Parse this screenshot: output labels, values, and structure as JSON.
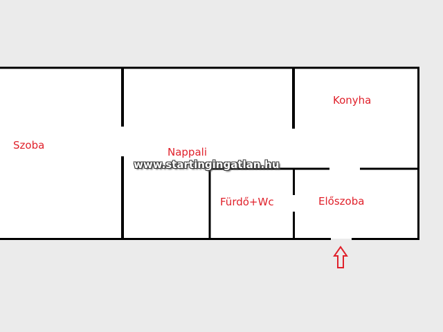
{
  "rooms": {
    "szoba": "Szoba",
    "nappali": "Nappali",
    "konyha": "Konyha",
    "furdo_wc": "Fürdő+Wc",
    "eloszoba": "Előszoba"
  },
  "watermark": "www.startingingatlan.hu",
  "colors": {
    "wall": "#000000",
    "floor": "#ffffff",
    "background": "#ebebeb",
    "label": "#e0202a",
    "arrow": "#e0202a"
  },
  "icons": {
    "entrance": "arrow-up-icon"
  }
}
